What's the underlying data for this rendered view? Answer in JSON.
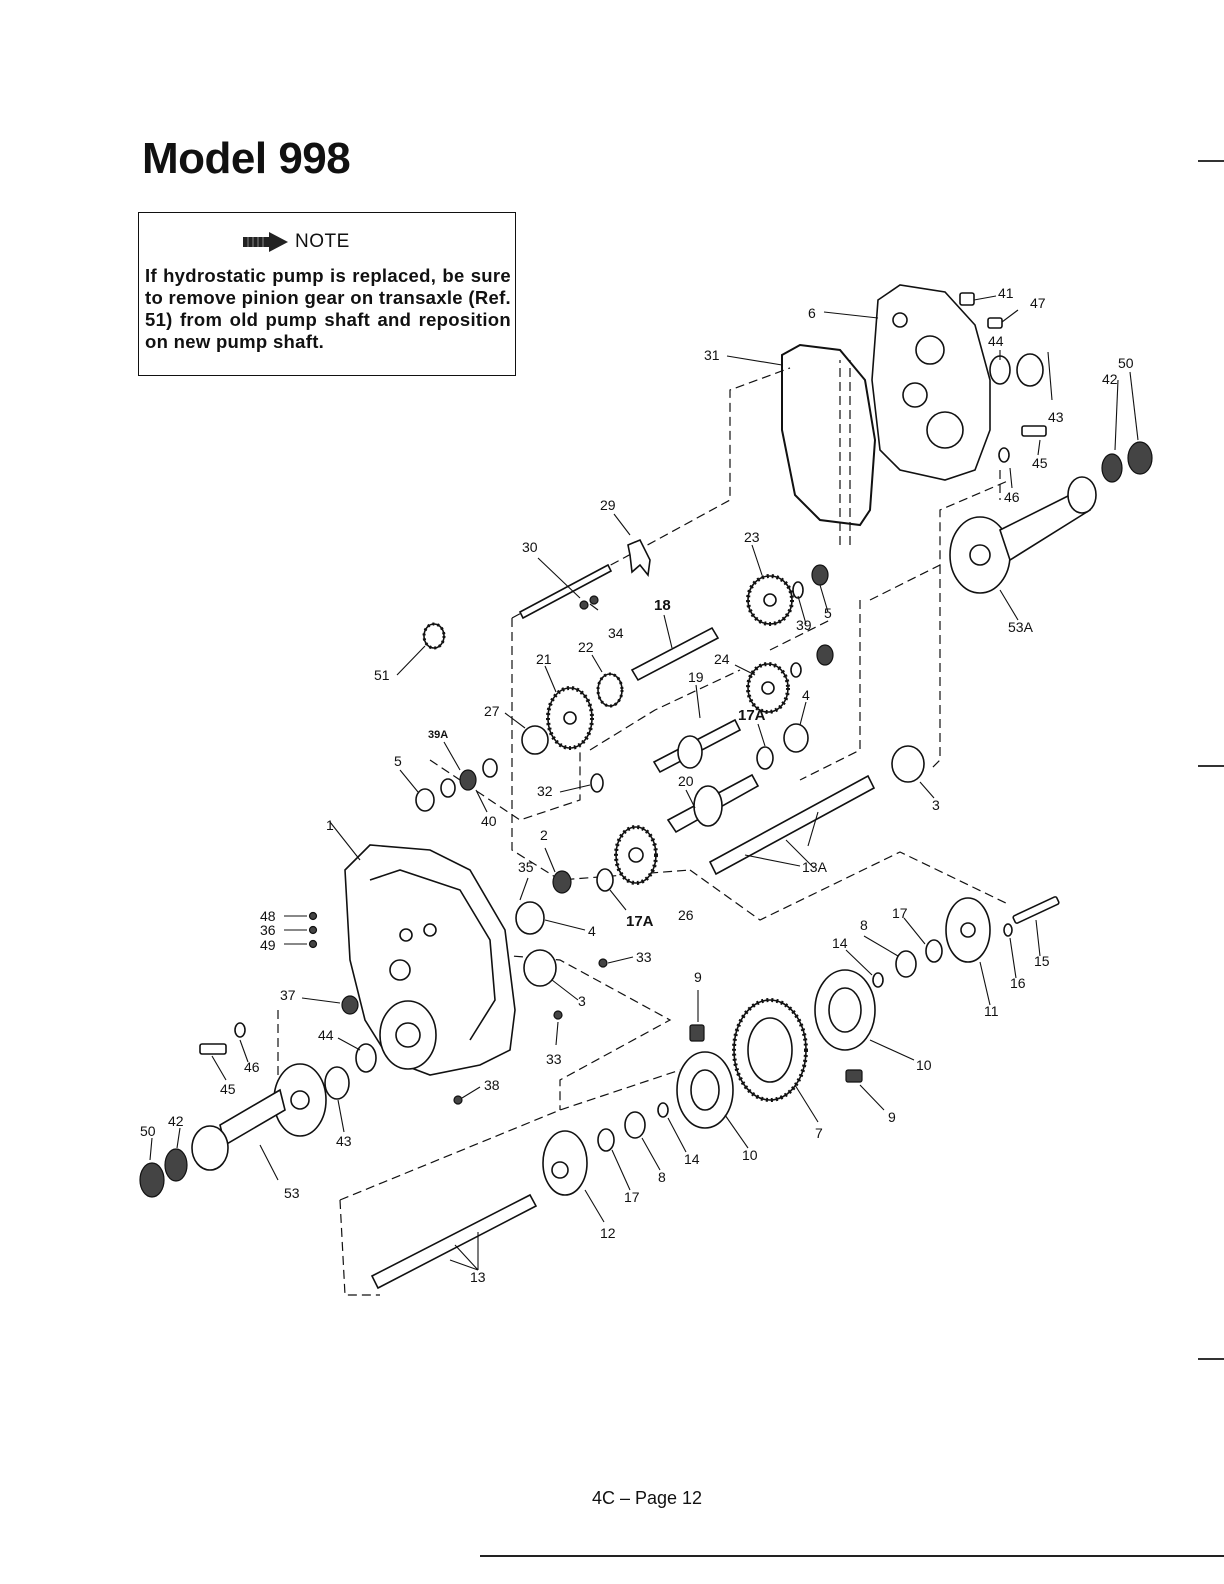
{
  "title": "Model 998",
  "note": {
    "label": "NOTE",
    "text": "If hydrostatic pump is replaced, be sure to remove pinion gear on transaxle (Ref. 51) from old pump shaft and reposition on new pump shaft."
  },
  "footer": "4C – Page 12",
  "icons": [
    "note-arrow-icon"
  ],
  "callouts": {
    "c1": "1",
    "c2": "2",
    "c3a": "3",
    "c3b": "3",
    "c4a": "4",
    "c4b": "4",
    "c5a": "5",
    "c5b": "5",
    "c6": "6",
    "c7": "7",
    "c8a": "8",
    "c8b": "8",
    "c9a": "9",
    "c9b": "9",
    "c10a": "10",
    "c10b": "10",
    "c11": "11",
    "c12": "12",
    "c13": "13",
    "c13a": "13A",
    "c14a": "14",
    "c14b": "14",
    "c15": "15",
    "c16": "16",
    "c17a": "17",
    "c17b": "17",
    "c17Aa": "17A",
    "c17Ab": "17A",
    "c18": "18",
    "c19": "19",
    "c20": "20",
    "c21": "21",
    "c22": "22",
    "c23": "23",
    "c24": "24",
    "c26": "26",
    "c27": "27",
    "c29": "29",
    "c30": "30",
    "c31": "31",
    "c32": "32",
    "c33a": "33",
    "c33b": "33",
    "c34": "34",
    "c35": "35",
    "c36": "36",
    "c37": "37",
    "c38": "38",
    "c39a": "39",
    "c39A": "39A",
    "c40": "40",
    "c41": "41",
    "c42a": "42",
    "c42b": "42",
    "c43a": "43",
    "c43b": "43",
    "c44a": "44",
    "c44b": "44",
    "c45a": "45",
    "c45b": "45",
    "c46a": "46",
    "c46b": "46",
    "c47": "47",
    "c48": "48",
    "c49": "49",
    "c50a": "50",
    "c50b": "50",
    "c51": "51",
    "c53": "53",
    "c53A": "53A"
  }
}
